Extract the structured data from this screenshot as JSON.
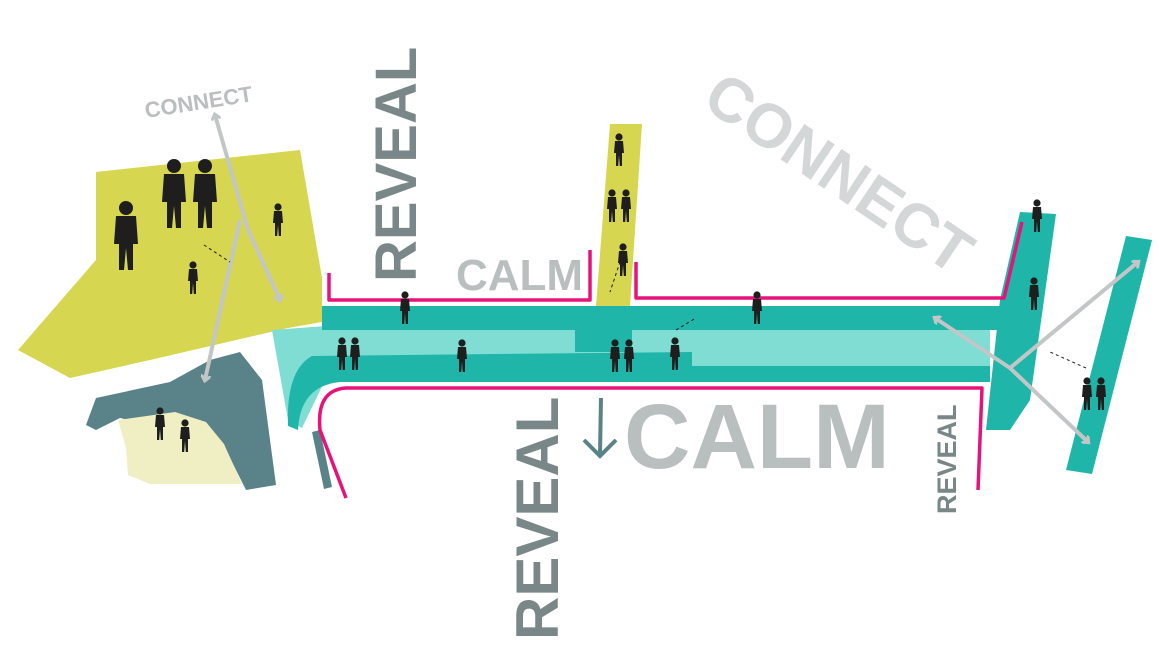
{
  "labels": {
    "connect_small": "CONNECT",
    "reveal_top": "REVEAL",
    "calm_small": "CALM",
    "connect_large": "CONNECT",
    "reveal_bottom": "REVEAL",
    "calm_large": "CALM",
    "reveal_right": "REVEAL"
  },
  "colors": {
    "plaza_lime": "#d6d651",
    "pale_yellow": "#efefc3",
    "slate_blue": "#5a8289",
    "teal": "#1fb5a8",
    "light_teal": "#7fddd4",
    "magenta_edge": "#e5137a",
    "grey_text": "#b9bebf",
    "dark_grey_text": "#7a8789",
    "arrow_grey": "#c3c6c7",
    "silhouette": "#1e1e1e"
  }
}
